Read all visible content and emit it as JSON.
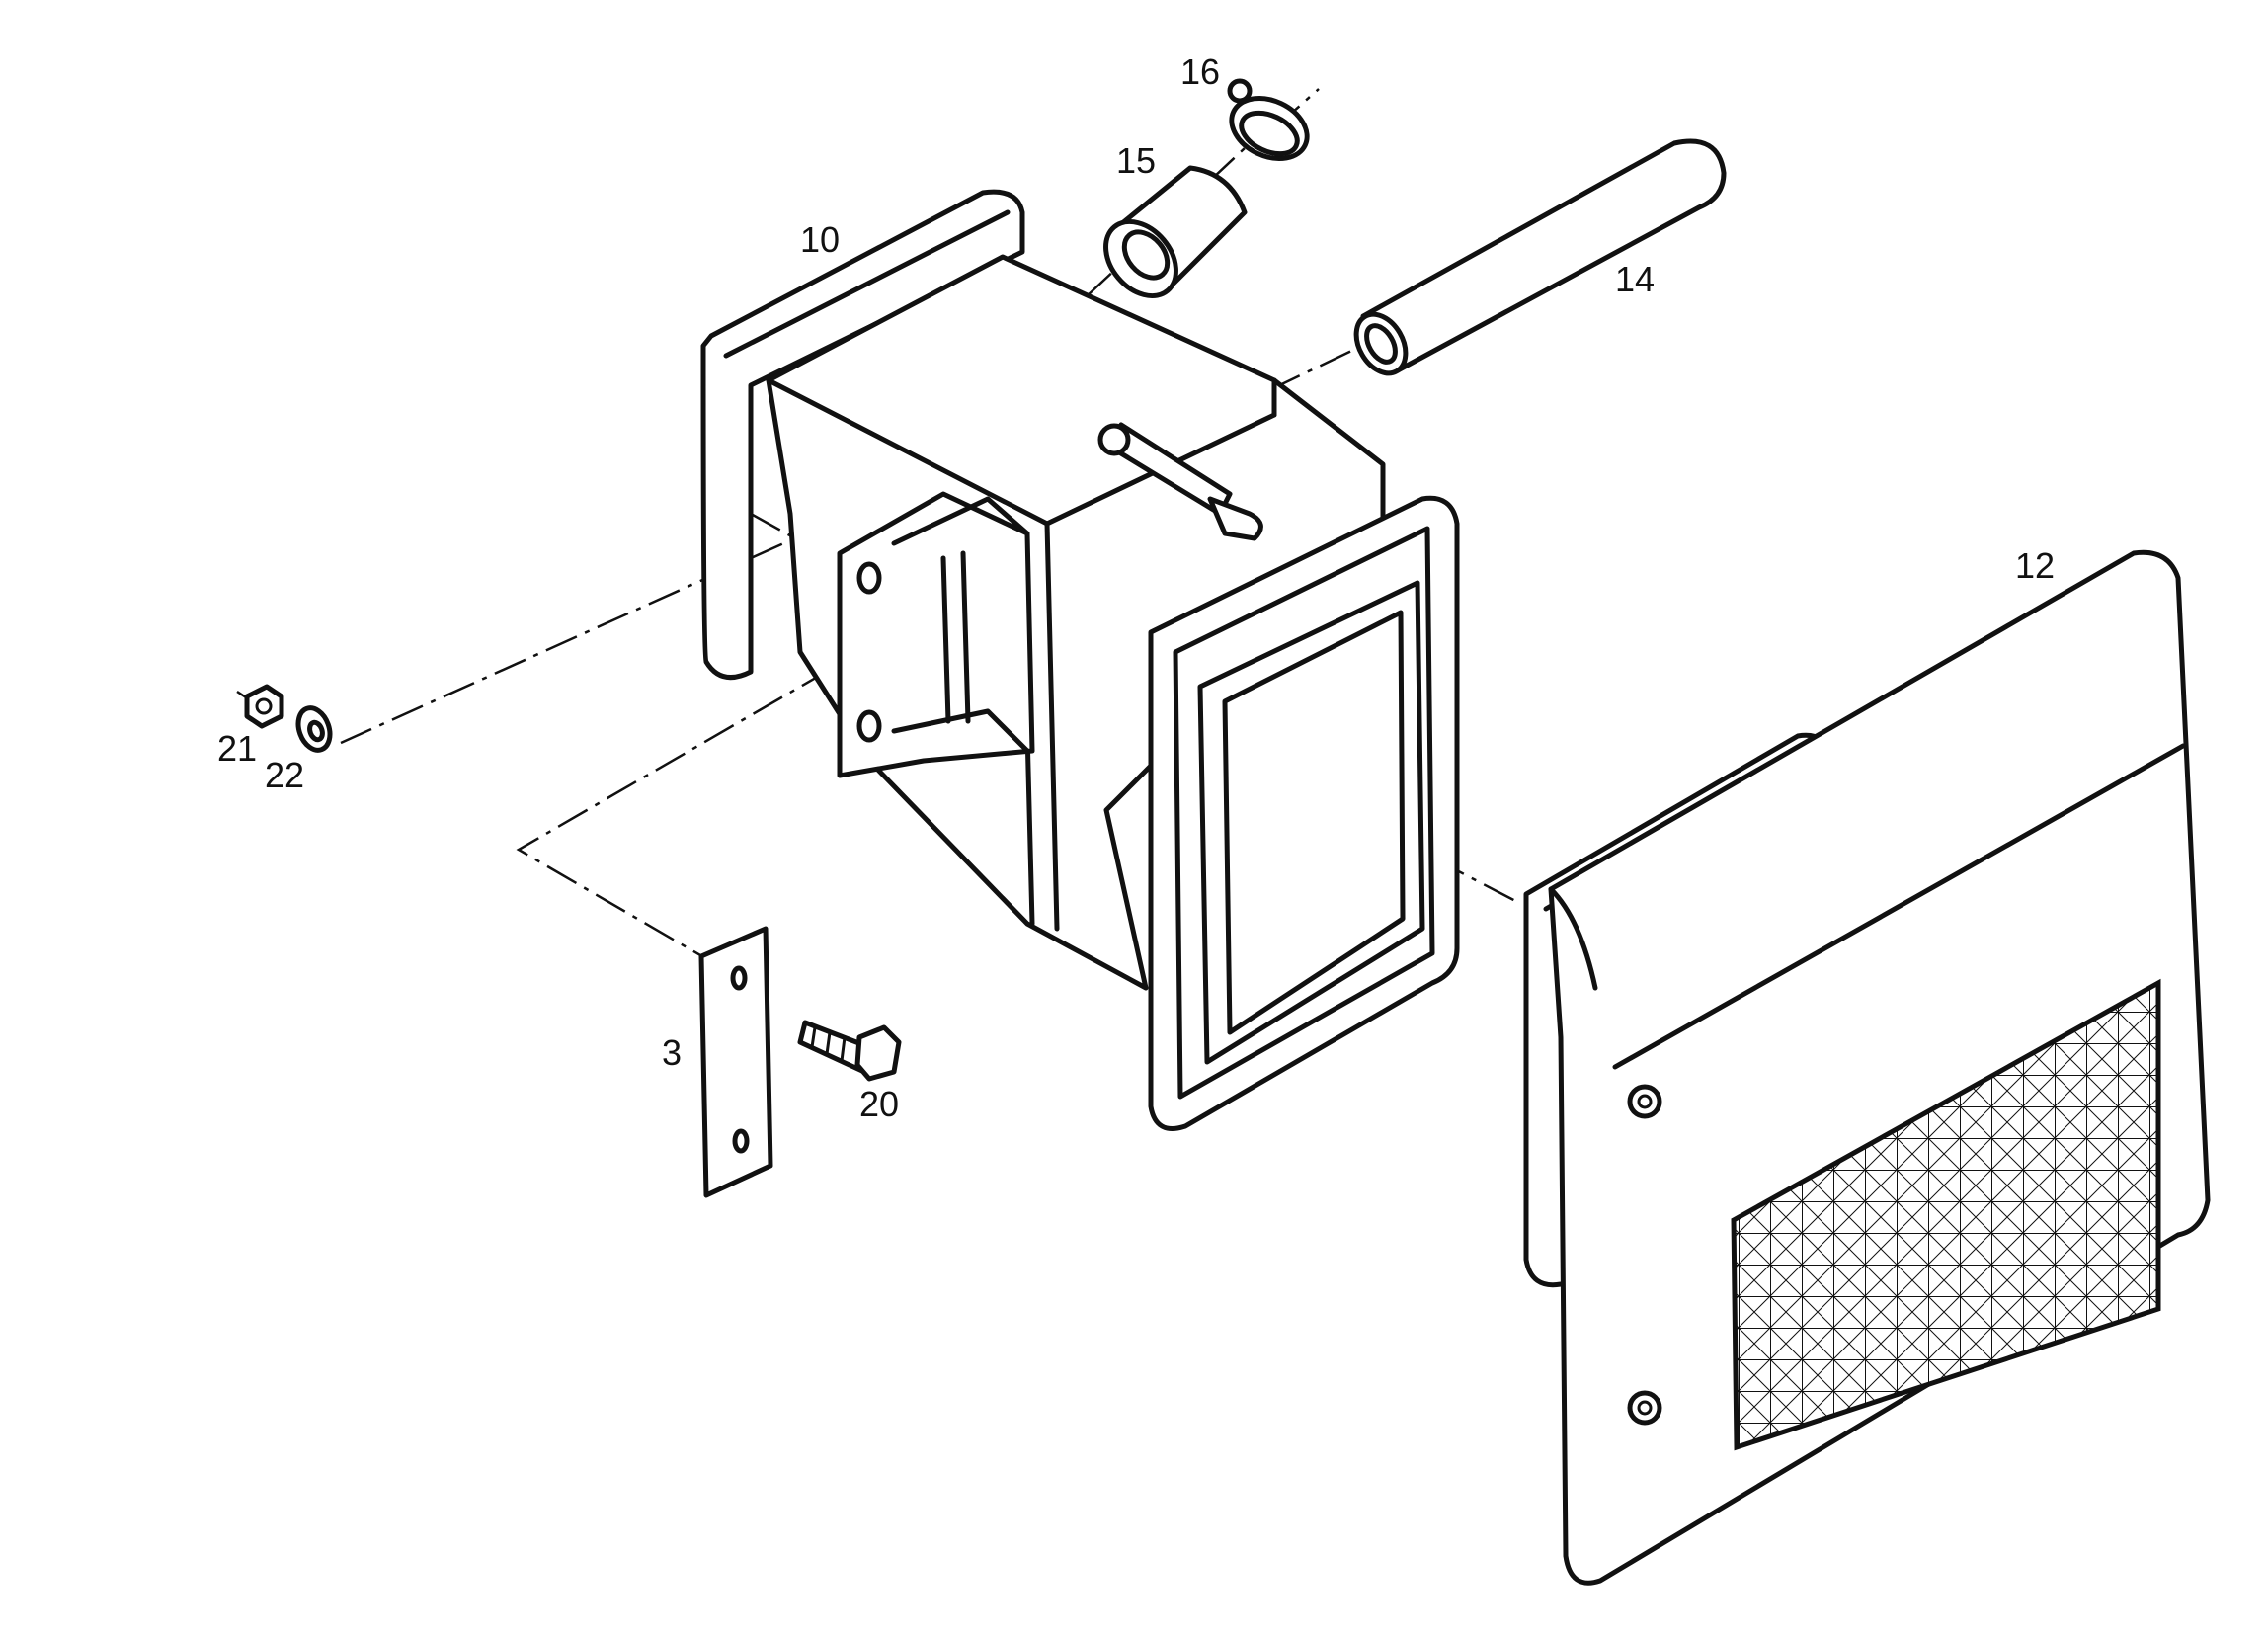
{
  "callouts": {
    "p3": "3",
    "p10": "10",
    "p12": "12",
    "p14": "14",
    "p15": "15",
    "p16": "16",
    "p20": "20",
    "p21": "21",
    "p22": "22"
  }
}
